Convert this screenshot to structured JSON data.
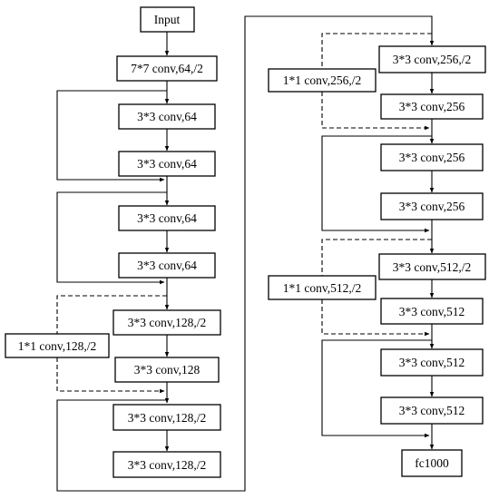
{
  "left_column": {
    "input": "Input",
    "conv1": "7*7 conv,64,/2",
    "block1_a": "3*3 conv,64",
    "block1_b": "3*3 conv,64",
    "block2_a": "3*3 conv,64",
    "block2_b": "3*3 conv,64",
    "block3_a": "3*3 conv,128,/2",
    "block3_b": "3*3 conv,128",
    "block3_shortcut": "1*1 conv,128,/2",
    "block4_a": "3*3 conv,128,/2",
    "block4_b": "3*3 conv,128,/2"
  },
  "right_column": {
    "block5_a": "3*3 conv,256,/2",
    "block5_b": "3*3 conv,256",
    "block5_shortcut": "1*1 conv,256,/2",
    "block6_a": "3*3 conv,256",
    "block6_b": "3*3 conv,256",
    "block7_a": "3*3 conv,512,/2",
    "block7_b": "3*3 conv,512",
    "block7_shortcut": "1*1 conv,512,/2",
    "block8_a": "3*3 conv,512",
    "block8_b": "3*3 conv,512",
    "output": "fc1000"
  }
}
